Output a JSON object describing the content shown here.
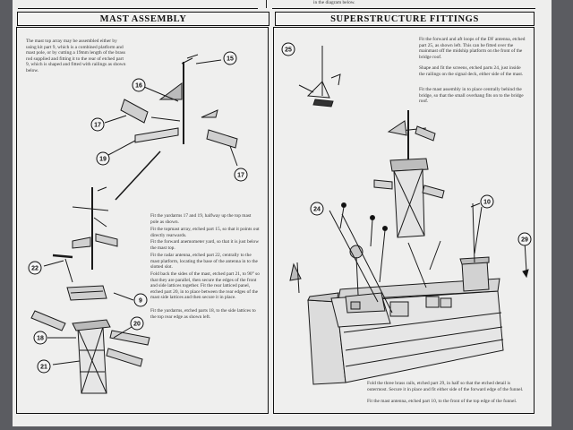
{
  "page": {
    "top_note": "in the diagram below."
  },
  "sections": {
    "mast_assembly": {
      "title": "MAST ASSEMBLY",
      "paragraphs": [
        "The mast top array may be assembled either by using kit part 9, which is a combined platform and mast pole, or by cutting a 19mm length of the brass rod supplied and fitting it to the rear of etched part 9, which is shaped and fitted with railings as shown below.",
        "Fit the yardarms 17 and 19, halfway up the top mast pole as shown.",
        "Fit the topmast array, etched part 15, so that it points out directly rearwards.",
        "Fit the forward anemometer yard, so that it is just below the mast top.",
        "Fit the radar antenna, etched part 22, centrally to the mast platform, locating the base of the antenna in to the slotted slot.",
        "Fold back the sides of the mast, etched part 21, to 90° so that they are parallel, then secure the edges of the front and side lattices together. Fit the rear latticed panel, etched part 20, in to place between the rear edges of the mast side lattices and then secure it in place.",
        "Fit the yardarms, etched parts 18, to the side lattices to the top rear edge as shown left."
      ],
      "callouts": [
        "15",
        "16",
        "17",
        "19",
        "17",
        "22",
        "9",
        "20",
        "18",
        "21"
      ]
    },
    "superstructure_fittings": {
      "title": "SUPERSTRUCTURE FITTINGS",
      "paragraphs": [
        "Fit the forward and aft loops of the DF antenna, etched part 25, as shown left. This can be fitted over the mainmast off the midship platform on the front of the bridge roof.",
        "Shape and fit the screens, etched parts 24, just inside the railings on the signal deck, either side of the mast.",
        "Fit the mast assembly in to place centrally behind the bridge, so that the small overhang fits on to the bridge roof.",
        "Fold the three brass rails, etched part 29, in half so that the etched detail is outermost. Secure it in place and fit either side of the forward edge of the funnel.",
        "Fit the mast antenna, etched part 10, to the front of the top edge of the funnel."
      ],
      "callouts": [
        "25",
        "24",
        "10",
        "29"
      ]
    }
  }
}
